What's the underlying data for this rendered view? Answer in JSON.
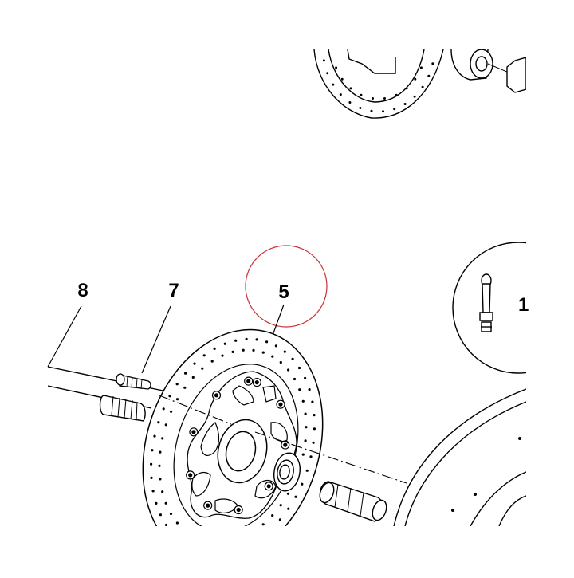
{
  "diagram": {
    "callouts": [
      {
        "id": "8",
        "label": "8"
      },
      {
        "id": "7",
        "label": "7"
      },
      {
        "id": "5",
        "label": "5"
      },
      {
        "id": "1",
        "label": "1"
      }
    ],
    "highlight_color": "#c8323c",
    "line_color": "#000000"
  }
}
